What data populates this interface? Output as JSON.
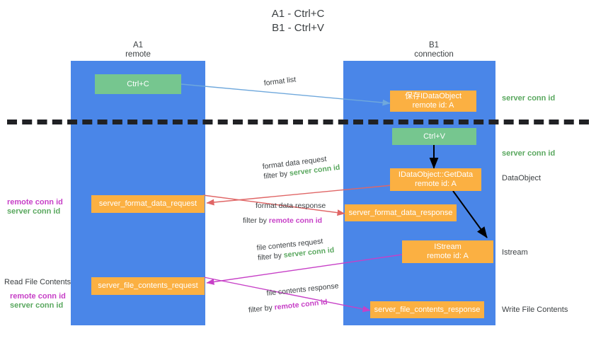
{
  "title": {
    "line1": "A1 - Ctrl+C",
    "line2": "B1 - Ctrl+V"
  },
  "lanes": [
    {
      "name": "A1",
      "sub": "remote"
    },
    {
      "name": "B1",
      "sub": "connection"
    }
  ],
  "nodes": {
    "ctrl_c": "Ctrl+C",
    "ctrl_v": "Ctrl+V",
    "save_idataobject_l1": "保存IDataObject",
    "save_idataobject_l2": "remote id: A",
    "getdata_l1": "IDataObject::GetData",
    "getdata_l2": "remote id: A",
    "istream_l1": "IStream",
    "istream_l2": "remote id: A",
    "server_format_data_request": "server_format_data_request",
    "server_format_data_response": "server_format_data_response",
    "server_file_contents_request": "server_file_contents_request",
    "server_file_contents_response": "server_file_contents_response"
  },
  "edges": {
    "format_list": "format list",
    "format_data_request": "format data request",
    "format_data_response": "format data response",
    "file_contents_request": "file contents request",
    "file_contents_response": "file contents response",
    "filter_by": "filter by",
    "server_conn_id": "server conn id",
    "remote_conn_id": "remote conn id"
  },
  "right_labels": {
    "server_conn_id_top": "server conn id",
    "server_conn_id_mid": "server conn id",
    "dataobject": "DataObject",
    "istream": "Istream",
    "write_file_contents": "Write File Contents"
  },
  "left_labels": {
    "remote_conn_id_1": "remote conn id",
    "server_conn_id_1": "server conn id",
    "read_file_contents": "Read File Contents",
    "remote_conn_id_2": "remote conn id",
    "server_conn_id_2": "server conn id"
  },
  "colors": {
    "lane": "#4a86e8",
    "green_node": "#76c68f",
    "orange_node": "#fbb042",
    "blue_arrow": "#6fa8dc",
    "red_arrow": "#e06666",
    "magenta_arrow": "#c740c7",
    "black_arrow": "#000000",
    "green_text": "#5aa85f",
    "magenta_text": "#c740c7",
    "divider": "#202124"
  }
}
